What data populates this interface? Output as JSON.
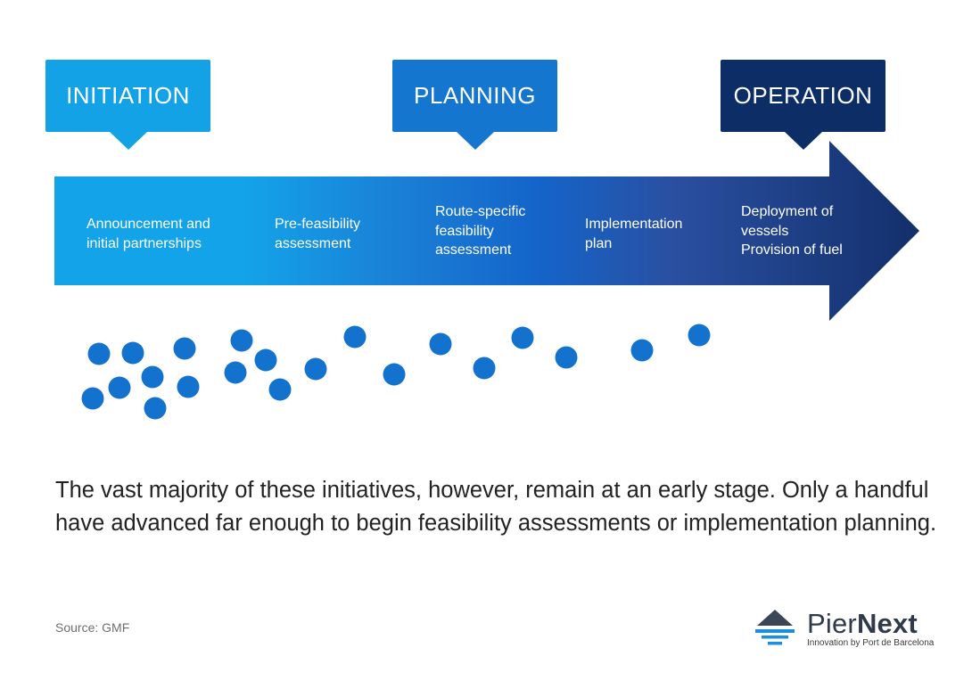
{
  "stages": [
    {
      "label": "INITIATION",
      "color": "#14a2e6"
    },
    {
      "label": "PLANNING",
      "color": "#1576cf"
    },
    {
      "label": "OPERATION",
      "color": "#0d2d66"
    }
  ],
  "steps": [
    {
      "label": "Announcement and\ninitial partnerships"
    },
    {
      "label": "Pre-feasibility\nassessment"
    },
    {
      "label": "Route-specific\nfeasibility\nassessment"
    },
    {
      "label": "Implementation\nplan"
    },
    {
      "label": "Deployment of\nvessels\nProvision of fuel"
    }
  ],
  "arrow_colors": [
    "#13a3e8",
    "#1a7fd6",
    "#1464c9",
    "#2a4fa0",
    "#132f6b"
  ],
  "dot_color": "#1472cf",
  "summary": "The vast majority of these initiatives, however, remain at an early stage. Only a handful have advanced far enough to begin feasibility assessments or implementation planning.",
  "source": "Source: GMF",
  "logo": {
    "name_regular": "Pier",
    "name_bold": "Next",
    "tagline": "Innovation by Port de Barcelona"
  }
}
